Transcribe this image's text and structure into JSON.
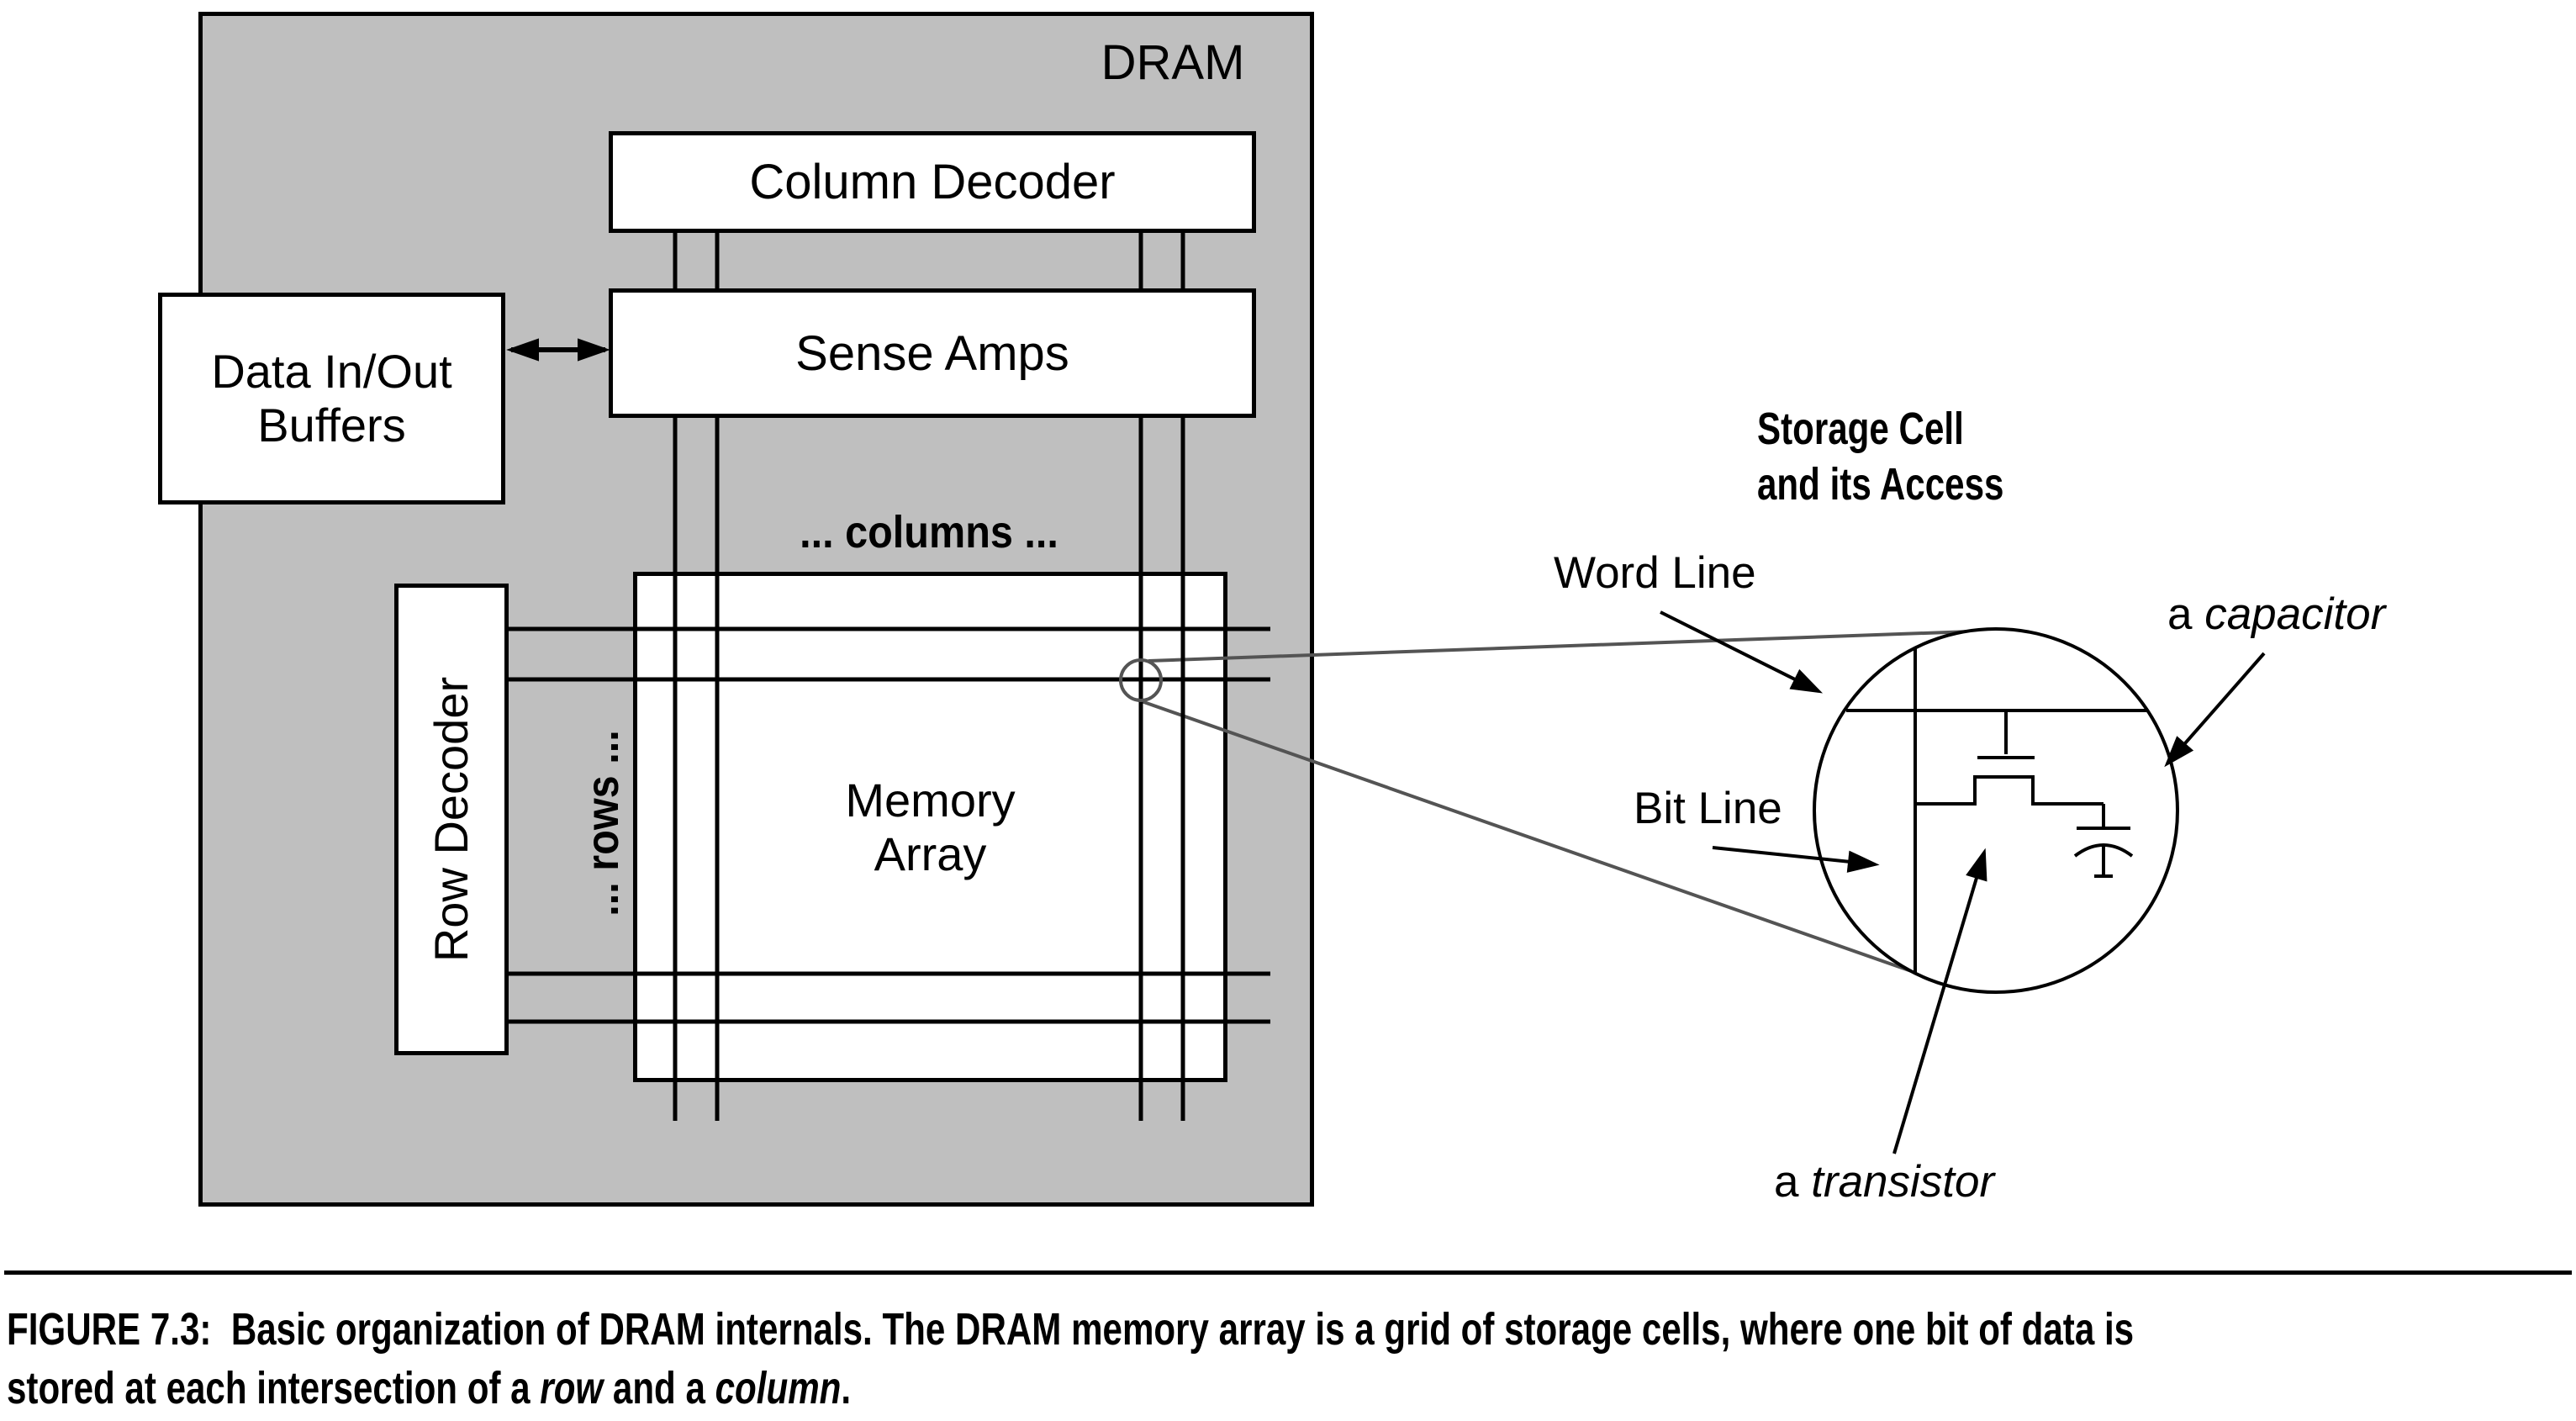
{
  "figure": {
    "chip_label": "DRAM",
    "column_decoder": "Column Decoder",
    "sense_amps": "Sense Amps",
    "data_buffers_line1": "Data In/Out",
    "data_buffers_line2": "Buffers",
    "row_decoder": "Row Decoder",
    "memory_array_line1": "Memory",
    "memory_array_line2": "Array",
    "columns_label": "... columns ...",
    "rows_label": "... rows ..."
  },
  "inset": {
    "title_line1": "Storage Cell",
    "title_line2": "and its Access",
    "word_line_label": "Word Line",
    "bit_line_label": "Bit Line",
    "capacitor_prefix": "a ",
    "capacitor_word": "capacitor",
    "transistor_prefix": "a ",
    "transistor_word": "transistor"
  },
  "caption": {
    "figure_number": "FIGURE 7.3:",
    "line1_rest": "  Basic organization of DRAM internals. The DRAM memory array is a grid of storage cells, where one bit of data is",
    "line2_part1": "stored at each intersection of a ",
    "line2_italic1": "row",
    "line2_part2": " and a ",
    "line2_italic2": "column",
    "line2_end": "."
  },
  "colors": {
    "chip_fill": "#bfbfbf",
    "stroke": "#000000",
    "magnifier_stroke": "#545454",
    "background": "#ffffff"
  }
}
